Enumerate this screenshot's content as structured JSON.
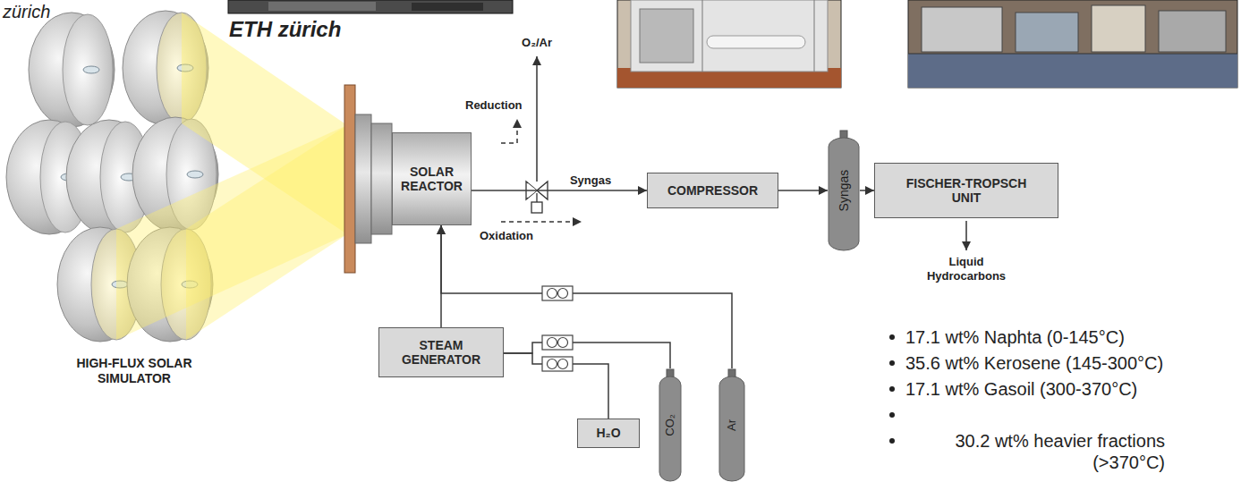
{
  "diagram": {
    "nodes": [
      {
        "text": [
          "SOLAR REACTOR"
        ]
      },
      {
        "text": [
          "COMPRESSOR"
        ]
      },
      {
        "text": [
          "Syngas"
        ]
      },
      {
        "text": [
          "FISCHER-TROPSCH UNIT"
        ]
      },
      {
        "text": [
          "STEAM GENERATOR"
        ]
      },
      {
        "text": [
          "H₂O"
        ]
      },
      {
        "text": [
          "CO₂"
        ]
      },
      {
        "text": [
          "Ar"
        ]
      }
    ],
    "edges": [
      {
        "from": 0,
        "to": 1,
        "label": "Syngas",
        "arrow": "to"
      },
      {
        "from": 1,
        "to": 2,
        "arrow": "to"
      },
      {
        "from": 2,
        "to": 3,
        "arrow": "to"
      },
      {
        "from": 4,
        "to": 0,
        "arrow": "to"
      },
      {
        "from": 7,
        "to": 0,
        "arrow": "to"
      },
      {
        "from": 6,
        "to": 4,
        "arrow": "none"
      },
      {
        "from": 5,
        "to": 4,
        "arrow": "none"
      }
    ],
    "labels": [
      "zürich",
      "ETH zürich",
      "O₂/Ar",
      "Reduction",
      "Oxidation",
      "Liquid Hydrocarbons",
      "HIGH-FLUX SOLAR SIMULATOR",
      "17.1 wt% Naphta (0-145°C)",
      "35.6 wt% Kerosene (145-300°C)",
      "17.1 wt% Gasoil (300-370°C)",
      "30.2 wt% heavier fractions (>370°C)"
    ]
  }
}
